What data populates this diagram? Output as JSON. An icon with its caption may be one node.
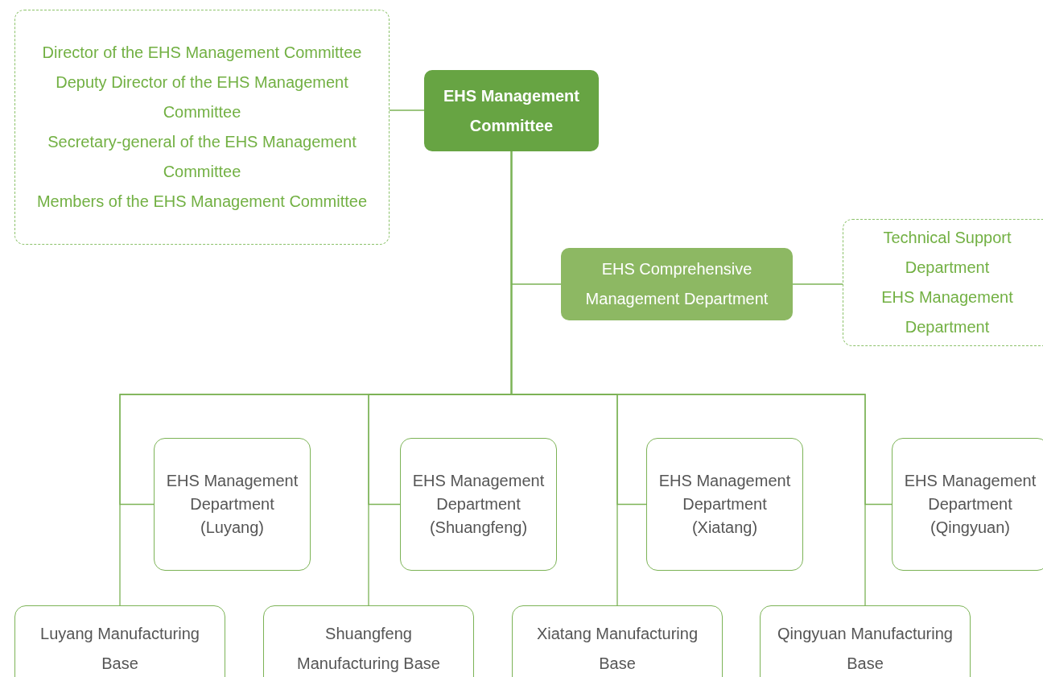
{
  "diagram": {
    "nodes": [
      {
        "text": [
          "Director of the EHS Management Committee",
          "Deputy Director of the EHS Management Committee",
          "Secretary-general of the EHS Management Committee",
          "Members of the EHS Management Committee"
        ]
      },
      {
        "text": [
          "EHS Management Committee"
        ]
      },
      {
        "text": [
          "EHS Comprehensive Management Department"
        ]
      },
      {
        "text": [
          "Technical Support Department",
          "EHS Management Department"
        ]
      },
      {
        "text": [
          "EHS Management Department (Luyang)"
        ]
      },
      {
        "text": [
          "EHS Management Department (Shuangfeng)"
        ]
      },
      {
        "text": [
          "EHS Management Department (Xiatang)"
        ]
      },
      {
        "text": [
          "EHS Management Department (Qingyuan)"
        ]
      },
      {
        "text": [
          "Luyang Manufacturing Base"
        ]
      },
      {
        "text": [
          "Shuangfeng Manufacturing Base"
        ]
      },
      {
        "text": [
          "Xiatang Manufacturing Base"
        ]
      },
      {
        "text": [
          "Qingyuan Manufacturing Base"
        ]
      }
    ],
    "edges": [
      {
        "from": 0,
        "to": 1,
        "arrow": "none"
      },
      {
        "from": 1,
        "to": 2,
        "arrow": "none"
      },
      {
        "from": 2,
        "to": 3,
        "arrow": "none"
      },
      {
        "from": 1,
        "to": 4,
        "arrow": "none"
      },
      {
        "from": 1,
        "to": 8,
        "arrow": "none"
      },
      {
        "from": 1,
        "to": 5,
        "arrow": "none"
      },
      {
        "from": 1,
        "to": 9,
        "arrow": "none"
      },
      {
        "from": 1,
        "to": 6,
        "arrow": "none"
      },
      {
        "from": 1,
        "to": 10,
        "arrow": "none"
      },
      {
        "from": 1,
        "to": 7,
        "arrow": "none"
      },
      {
        "from": 1,
        "to": 11,
        "arrow": "none"
      }
    ]
  }
}
